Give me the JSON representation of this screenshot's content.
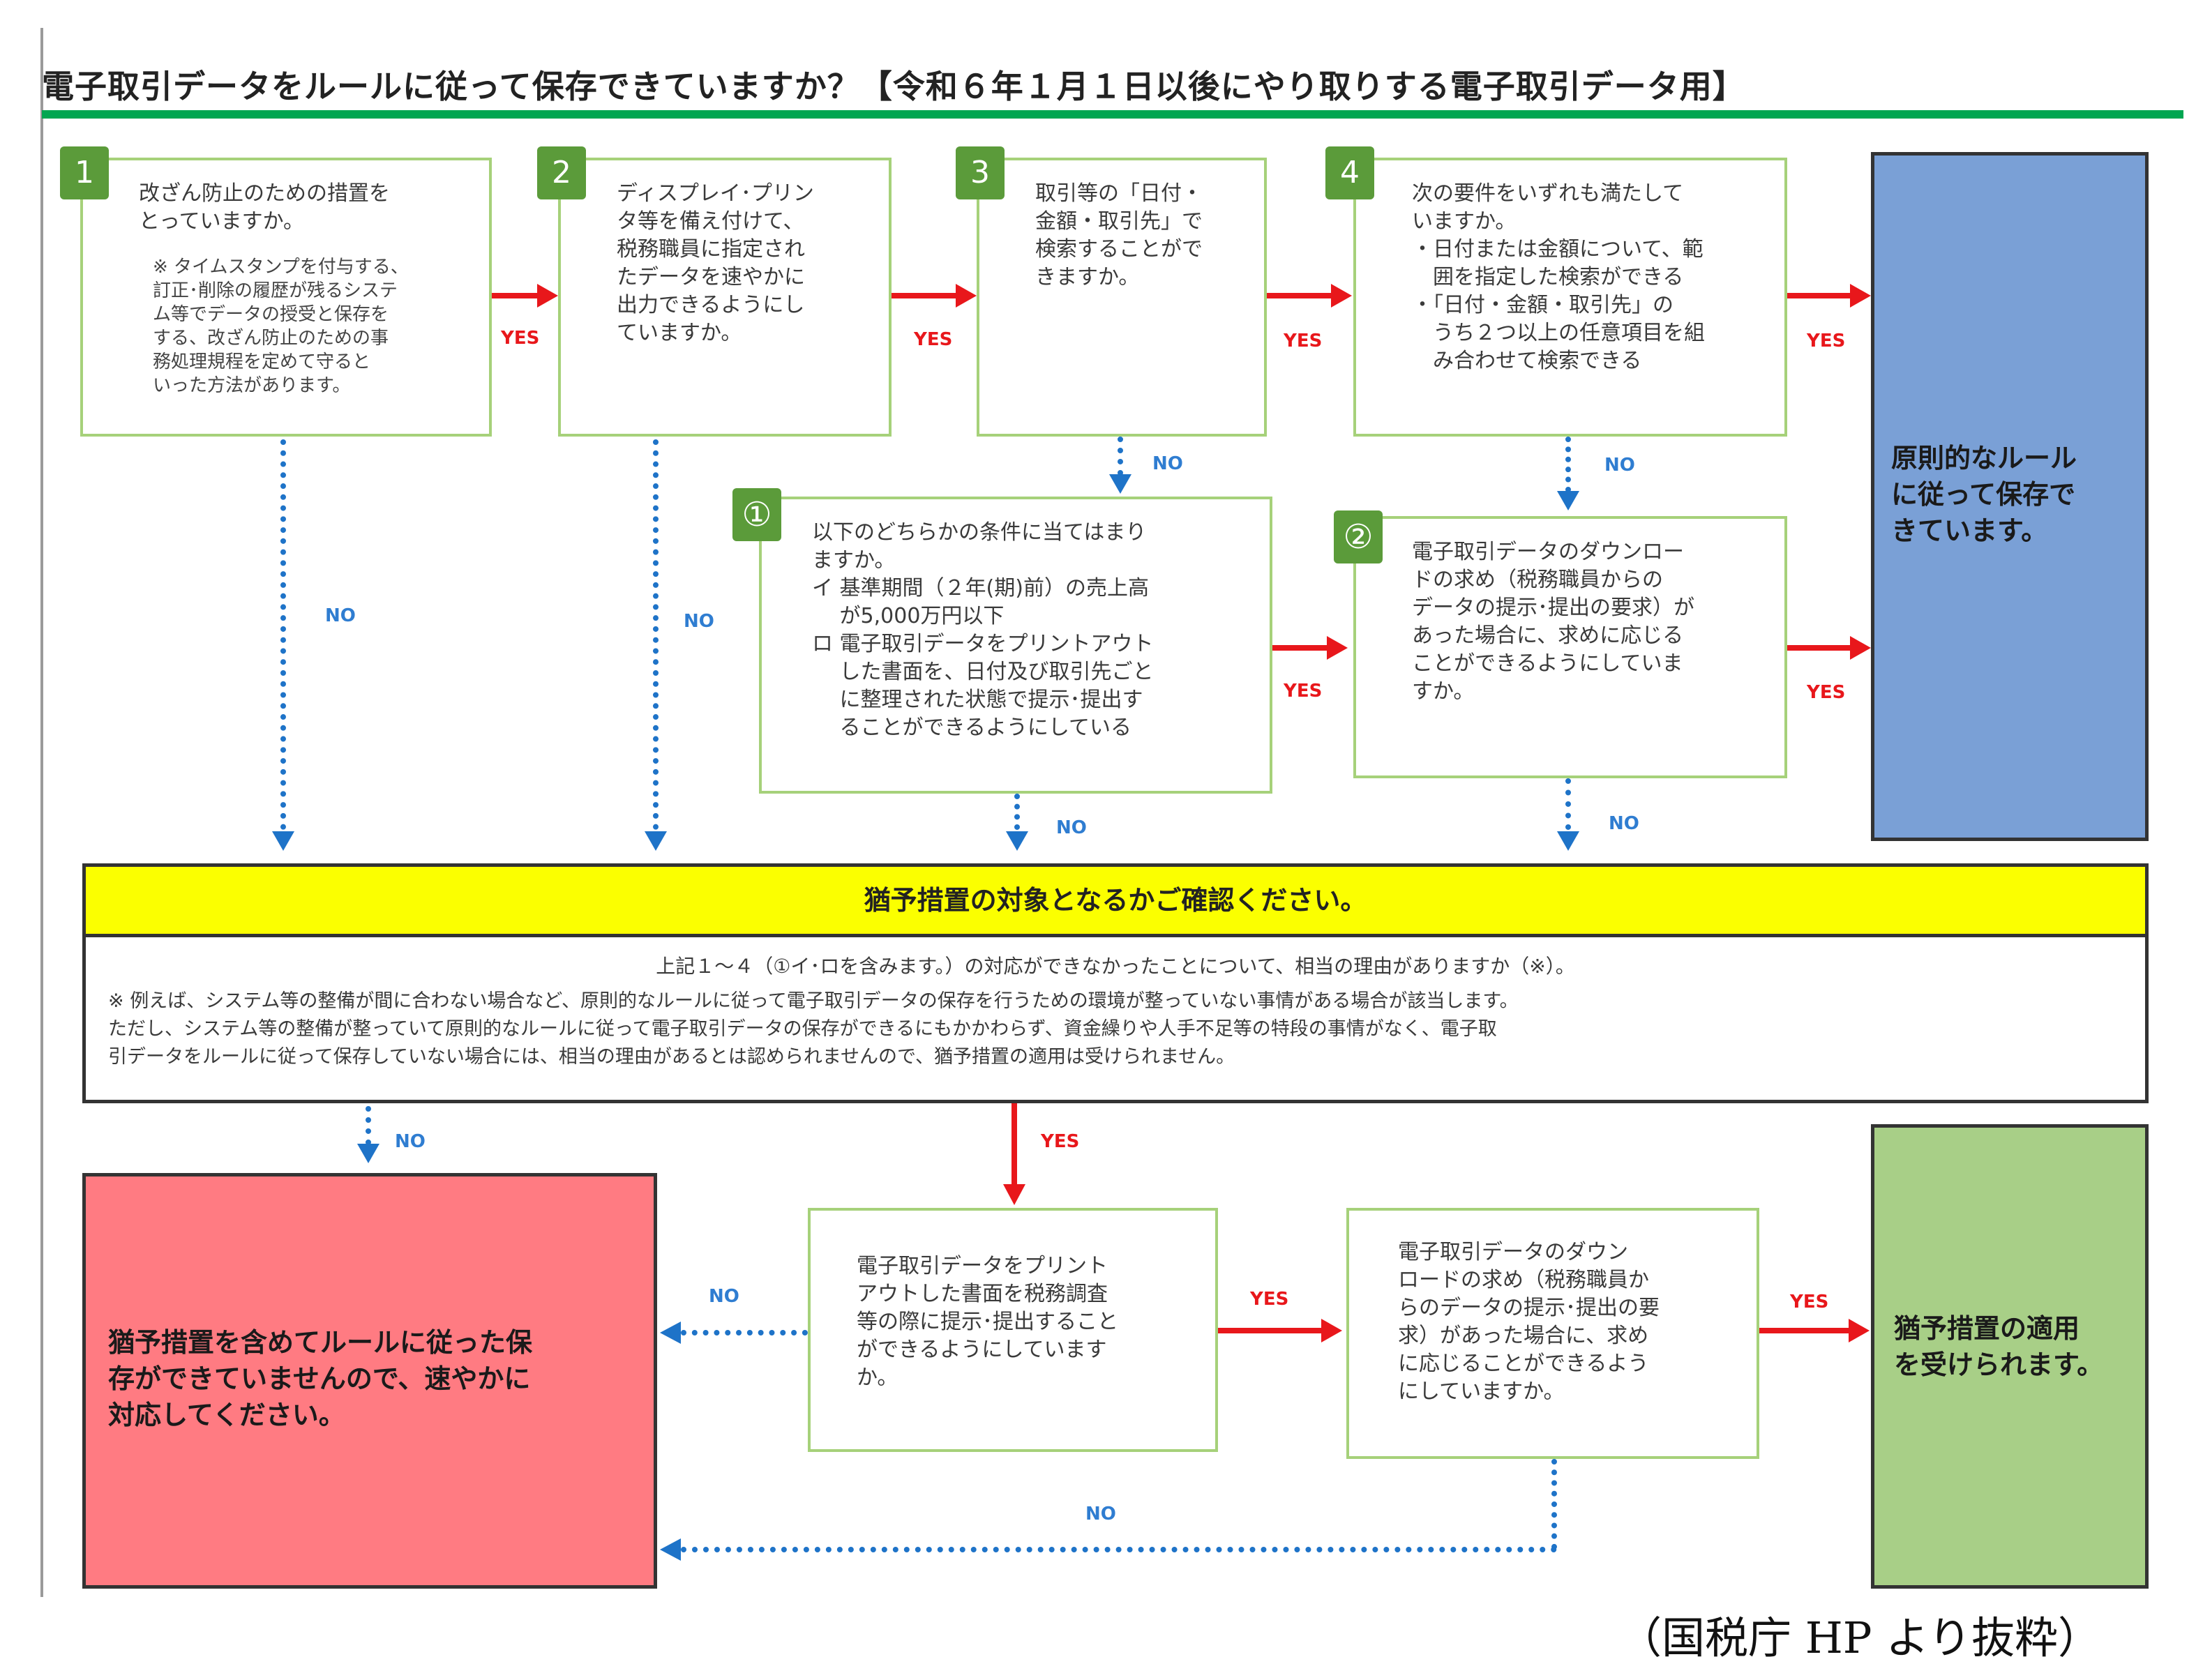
{
  "title": "電子取引データをルールに従って保存できていますか？【令和６年１月１日以後にやり取りする電子取引データ用】",
  "steps": [
    {
      "badge": "1",
      "text": "改ざん防止のための措置を\nとっていますか。",
      "note": "※ タイムスタンプを付与する、\n訂正･削除の履歴が残るシステ\nム等でデータの授受と保存を\nする、改ざん防止のための事\n務処理規程を定めて守ると\nいった方法があります。"
    },
    {
      "badge": "2",
      "text": "ディスプレイ･プリン\nタ等を備え付けて、\n税務職員に指定され\nたデータを速やかに\n出力できるようにし\nていますか。"
    },
    {
      "badge": "3",
      "text": "取引等の「日付・\n金額・取引先」で\n検索することがで\nきますか。"
    },
    {
      "badge": "4",
      "text": "次の要件をいずれも満たして\nいますか。\n・日付または金額について、範\n　囲を指定した検索ができる\n・「日付・金額・取引先」の\n　うち２つ以上の任意項目を組\n　み合わせて検索できる"
    },
    {
      "badge": "①",
      "text": "以下のどちらかの条件に当てはまり\nますか。\nイ 基準期間（２年(期)前）の売上高\n　 が5,000万円以下\nロ 電子取引データをプリントアウト\n　 した書面を、日付及び取引先ごと\n　 に整理された状態で提示･提出す\n　 ることができるようにしている"
    },
    {
      "badge": "②",
      "text": "電子取引データのダウンロー\nドの求め（税務職員からの\nデータの提示･提出の要求）が\nあった場合に、求めに応じる\nことができるようにしていま\nすか。"
    }
  ],
  "result_ok": "原則的なルール\nに従って保存で\nきています。",
  "grace": {
    "header": "猶予措置の対象となるかご確認ください。",
    "question": "上記１～４（①イ･ロを含みます。）の対応ができなかったことについて、相当の理由がありますか（※）。",
    "note": "※ 例えば、システム等の整備が間に合わない場合など、原則的なルールに従って電子取引データの保存を行うための環境が整っていない事情がある場合が該当します。\nただし、システム等の整備が整っていて原則的なルールに従って電子取引データの保存ができるにもかかわらず、資金繰りや人手不足等の特段の事情がなく、電子取\n引データをルールに従って保存していない場合には、相当の理由があるとは認められませんので、猶予措置の適用は受けられません。"
  },
  "print_box": "電子取引データをプリント\nアウトした書面を税務調査\n等の際に提示･提出すること\nができるようにしています\nか。",
  "download_box": "電子取引データのダウン\nロードの求め（税務職員か\nらのデータの提示･提出の要\n求）があった場合に、求め\nに応じることができるよう\nにしていますか。",
  "result_ng": "猶予措置を含めてルールに従った保\n存ができていませんので、速やかに\n対応してください。",
  "result_grace": "猶予措置の適用\nを受けられます。",
  "labels": {
    "yes": "YES",
    "no": "NO"
  },
  "credit": "（国税庁 HP より抜粋）",
  "colors": {
    "rule": "#00a651",
    "yes_arrow": "#e8171b",
    "no_arrow": "#1e73c8",
    "ok_box": "#7aa0d6",
    "grace_box": "#a8cf87",
    "ng_box": "#ff7b82",
    "banner": "#fbff00",
    "box_border": "#a6d17a"
  }
}
